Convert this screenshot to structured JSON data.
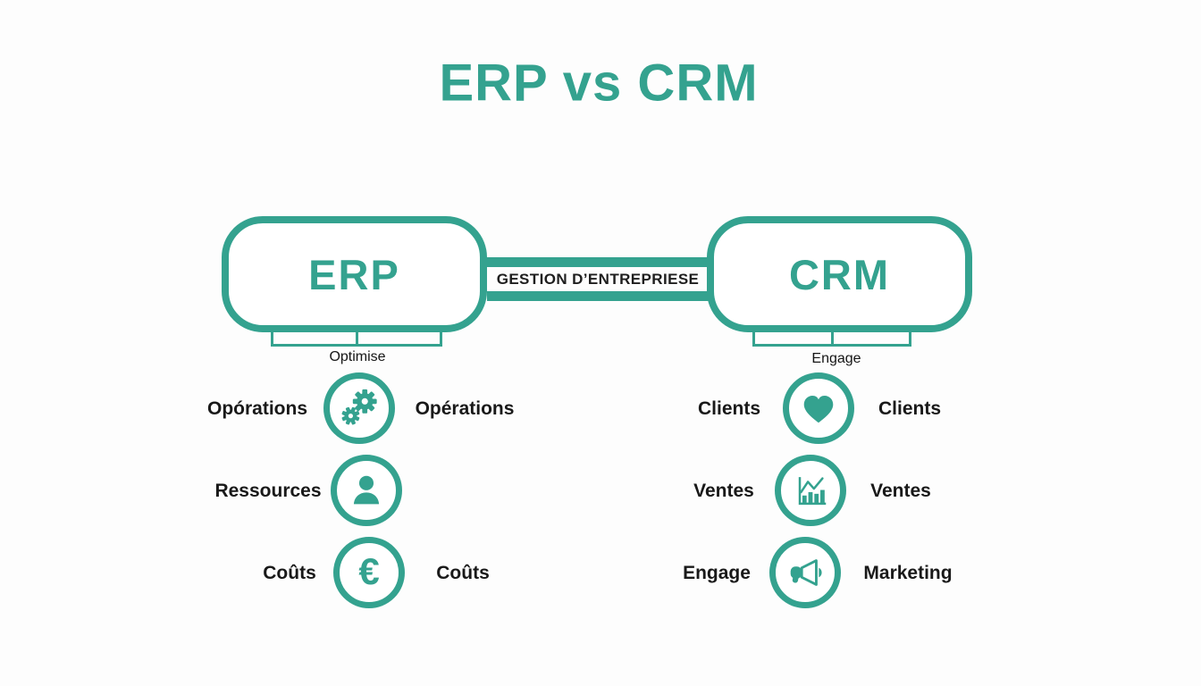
{
  "colors": {
    "accent": "#34a28f",
    "text": "#1b1b1b",
    "background": "#fdfdfd"
  },
  "title": "ERP vs CRM",
  "erp_box": {
    "label": "ERP"
  },
  "crm_box": {
    "label": "CRM"
  },
  "connector": {
    "label": "GESTION D’ENTREPRIESE"
  },
  "erp_bracket": {
    "label": "Optimise"
  },
  "crm_bracket": {
    "label": "Engage"
  },
  "erp_rows": [
    {
      "left_label": "Opórations",
      "icon": "gears-icon",
      "right_label": "Opérations"
    },
    {
      "left_label": "Ressources",
      "icon": "person-icon",
      "right_label": ""
    },
    {
      "left_label": "Coûts",
      "icon": "euro-icon",
      "right_label": "Coûts"
    }
  ],
  "crm_rows": [
    {
      "left_label": "Clients",
      "icon": "heart-icon",
      "right_label": "Clients"
    },
    {
      "left_label": "Ventes",
      "icon": "sales-chart-icon",
      "right_label": "Ventes"
    },
    {
      "left_label": "Engage",
      "icon": "megaphone-icon",
      "right_label": "Marketing"
    }
  ],
  "symbols": {
    "euro": "€"
  }
}
